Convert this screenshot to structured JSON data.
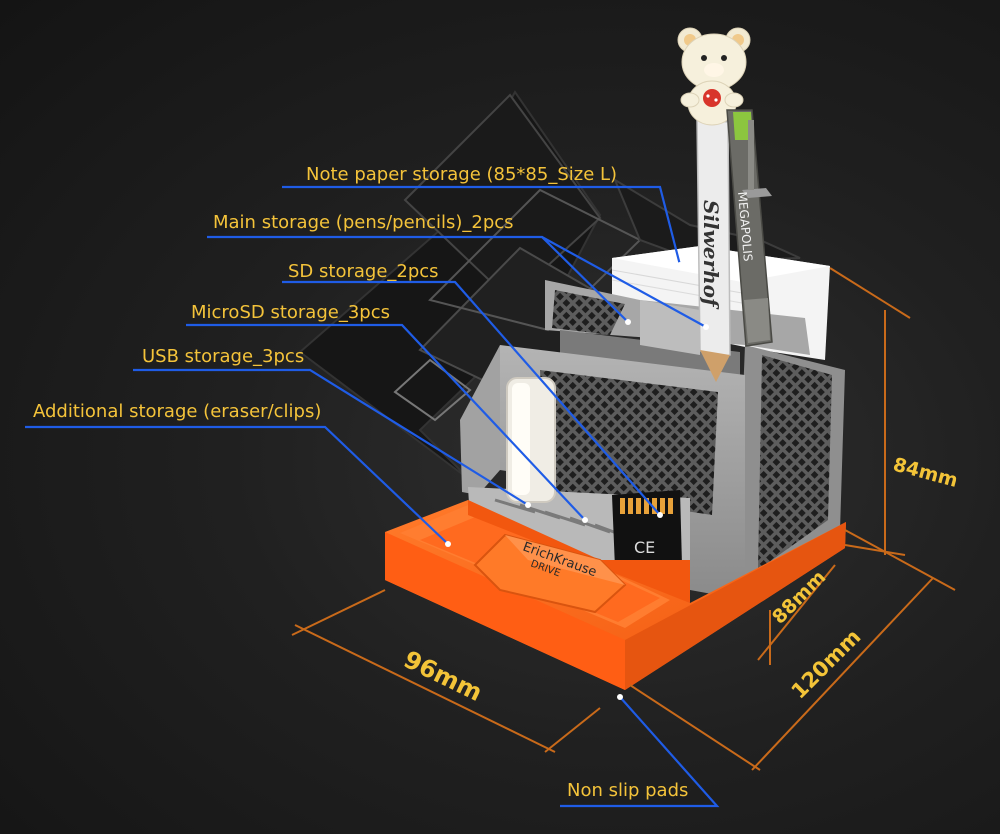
{
  "callouts": {
    "note_paper": "Note paper storage (85*85_Size L)",
    "main_storage": "Main storage (pens/pencils)_2pcs",
    "sd_storage": "SD storage_2pcs",
    "microsd_storage": "MicroSD storage_3pcs",
    "usb_storage": "USB storage_3pcs",
    "additional_storage": "Additional storage (eraser/clips)",
    "non_slip": "Non slip pads"
  },
  "dimensions": {
    "height": "84mm",
    "depth_inner": "88mm",
    "depth_outer": "120mm",
    "width": "96mm"
  },
  "product_print": {
    "pencil_brand": "Silwerhof",
    "pen_brand": "MEGAPOLIS",
    "eraser_brand": "ErichKrause",
    "eraser_model": "DRIVE",
    "card_mark": "CE"
  },
  "colors": {
    "callout_text": "#f4c33a",
    "leader_line": "#1f5ce6",
    "dimension_line": "#c96a1a",
    "base_orange": "#ff6a1a",
    "body_grey": "#9c9c9c"
  }
}
